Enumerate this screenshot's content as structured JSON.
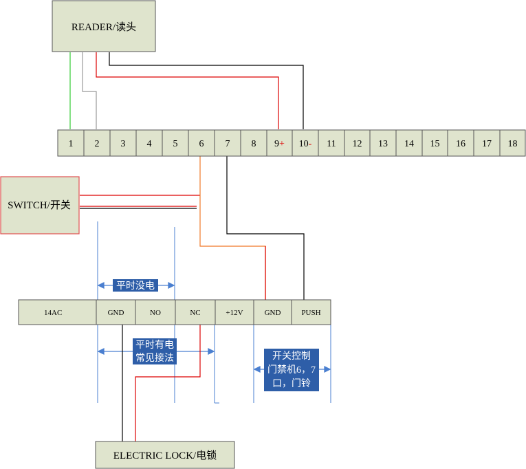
{
  "reader": {
    "label": "READER/读头"
  },
  "switch": {
    "label": "SWITCH/开关"
  },
  "lock": {
    "label": "ELECTRIC LOCK/电锁"
  },
  "terminal": {
    "pins": [
      {
        "num": "1",
        "sign": ""
      },
      {
        "num": "2",
        "sign": ""
      },
      {
        "num": "3",
        "sign": ""
      },
      {
        "num": "4",
        "sign": ""
      },
      {
        "num": "5",
        "sign": ""
      },
      {
        "num": "6",
        "sign": ""
      },
      {
        "num": "7",
        "sign": ""
      },
      {
        "num": "8",
        "sign": ""
      },
      {
        "num": "9",
        "sign": "+"
      },
      {
        "num": "10",
        "sign": "-"
      },
      {
        "num": "11",
        "sign": ""
      },
      {
        "num": "12",
        "sign": ""
      },
      {
        "num": "13",
        "sign": ""
      },
      {
        "num": "14",
        "sign": ""
      },
      {
        "num": "15",
        "sign": ""
      },
      {
        "num": "16",
        "sign": ""
      },
      {
        "num": "17",
        "sign": ""
      },
      {
        "num": "18",
        "sign": ""
      }
    ]
  },
  "power_block": {
    "cells": [
      "14AC",
      "GND",
      "NO",
      "NC",
      "+12V",
      "GND",
      "PUSH"
    ]
  },
  "labels": {
    "normally_off": "平时没电",
    "normally_on_line1": "平时有电",
    "normally_on_line2": "常见接法",
    "switch_ctrl_line1": "开关控制",
    "switch_ctrl_line2": "门禁机6，7",
    "switch_ctrl_line3": "口，门铃"
  },
  "colors": {
    "green_wire": "#33cc33",
    "gray_wire": "#999999",
    "red_wire": "#dd0000",
    "black_wire": "#000000",
    "orange_wire": "#f07828",
    "blue_guide": "#4a7fd0",
    "box_fill": "#dfe4cd",
    "label_fill": "#2e5ea8",
    "switch_border": "#e05050"
  }
}
